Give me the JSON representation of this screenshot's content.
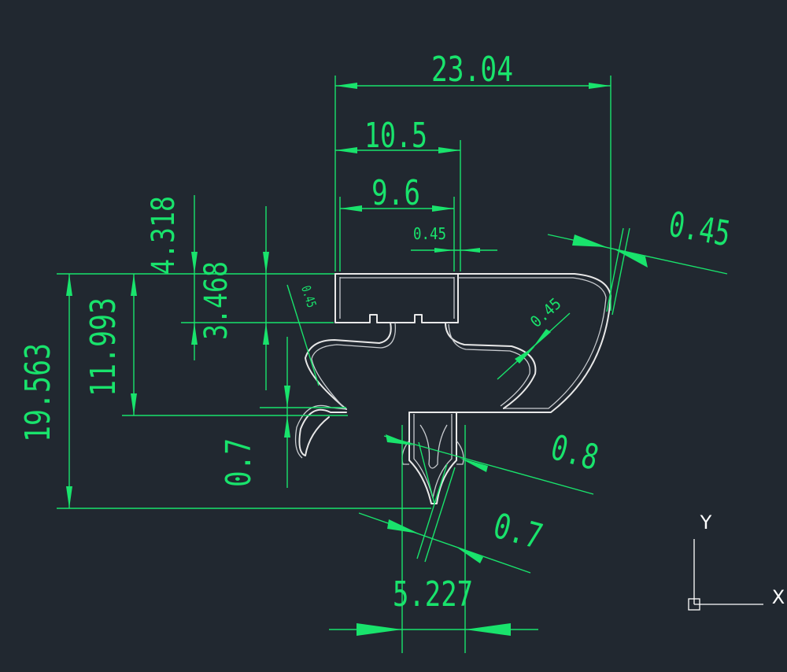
{
  "drawing": {
    "background": "#212830",
    "profile_color": "#e8e8e8",
    "dimension_color": "#19e36c"
  },
  "dimensions": {
    "overall_width": "23.04",
    "top_width": "10.5",
    "inner_width": "9.6",
    "small_wall": "0.45",
    "right_wall": "0.45",
    "left_wall_angled": "0.45",
    "inner_wall_angled": "0.45",
    "upper_height": "4.318",
    "mid_height": "3.468",
    "body_height": "11.993",
    "overall_height": "19.563",
    "lip_thickness": "0.7",
    "stem_wall_upper": "0.8",
    "stem_wall_lower": "0.7",
    "stem_width": "5.227"
  },
  "ucs": {
    "x_label": "X",
    "y_label": "Y"
  }
}
